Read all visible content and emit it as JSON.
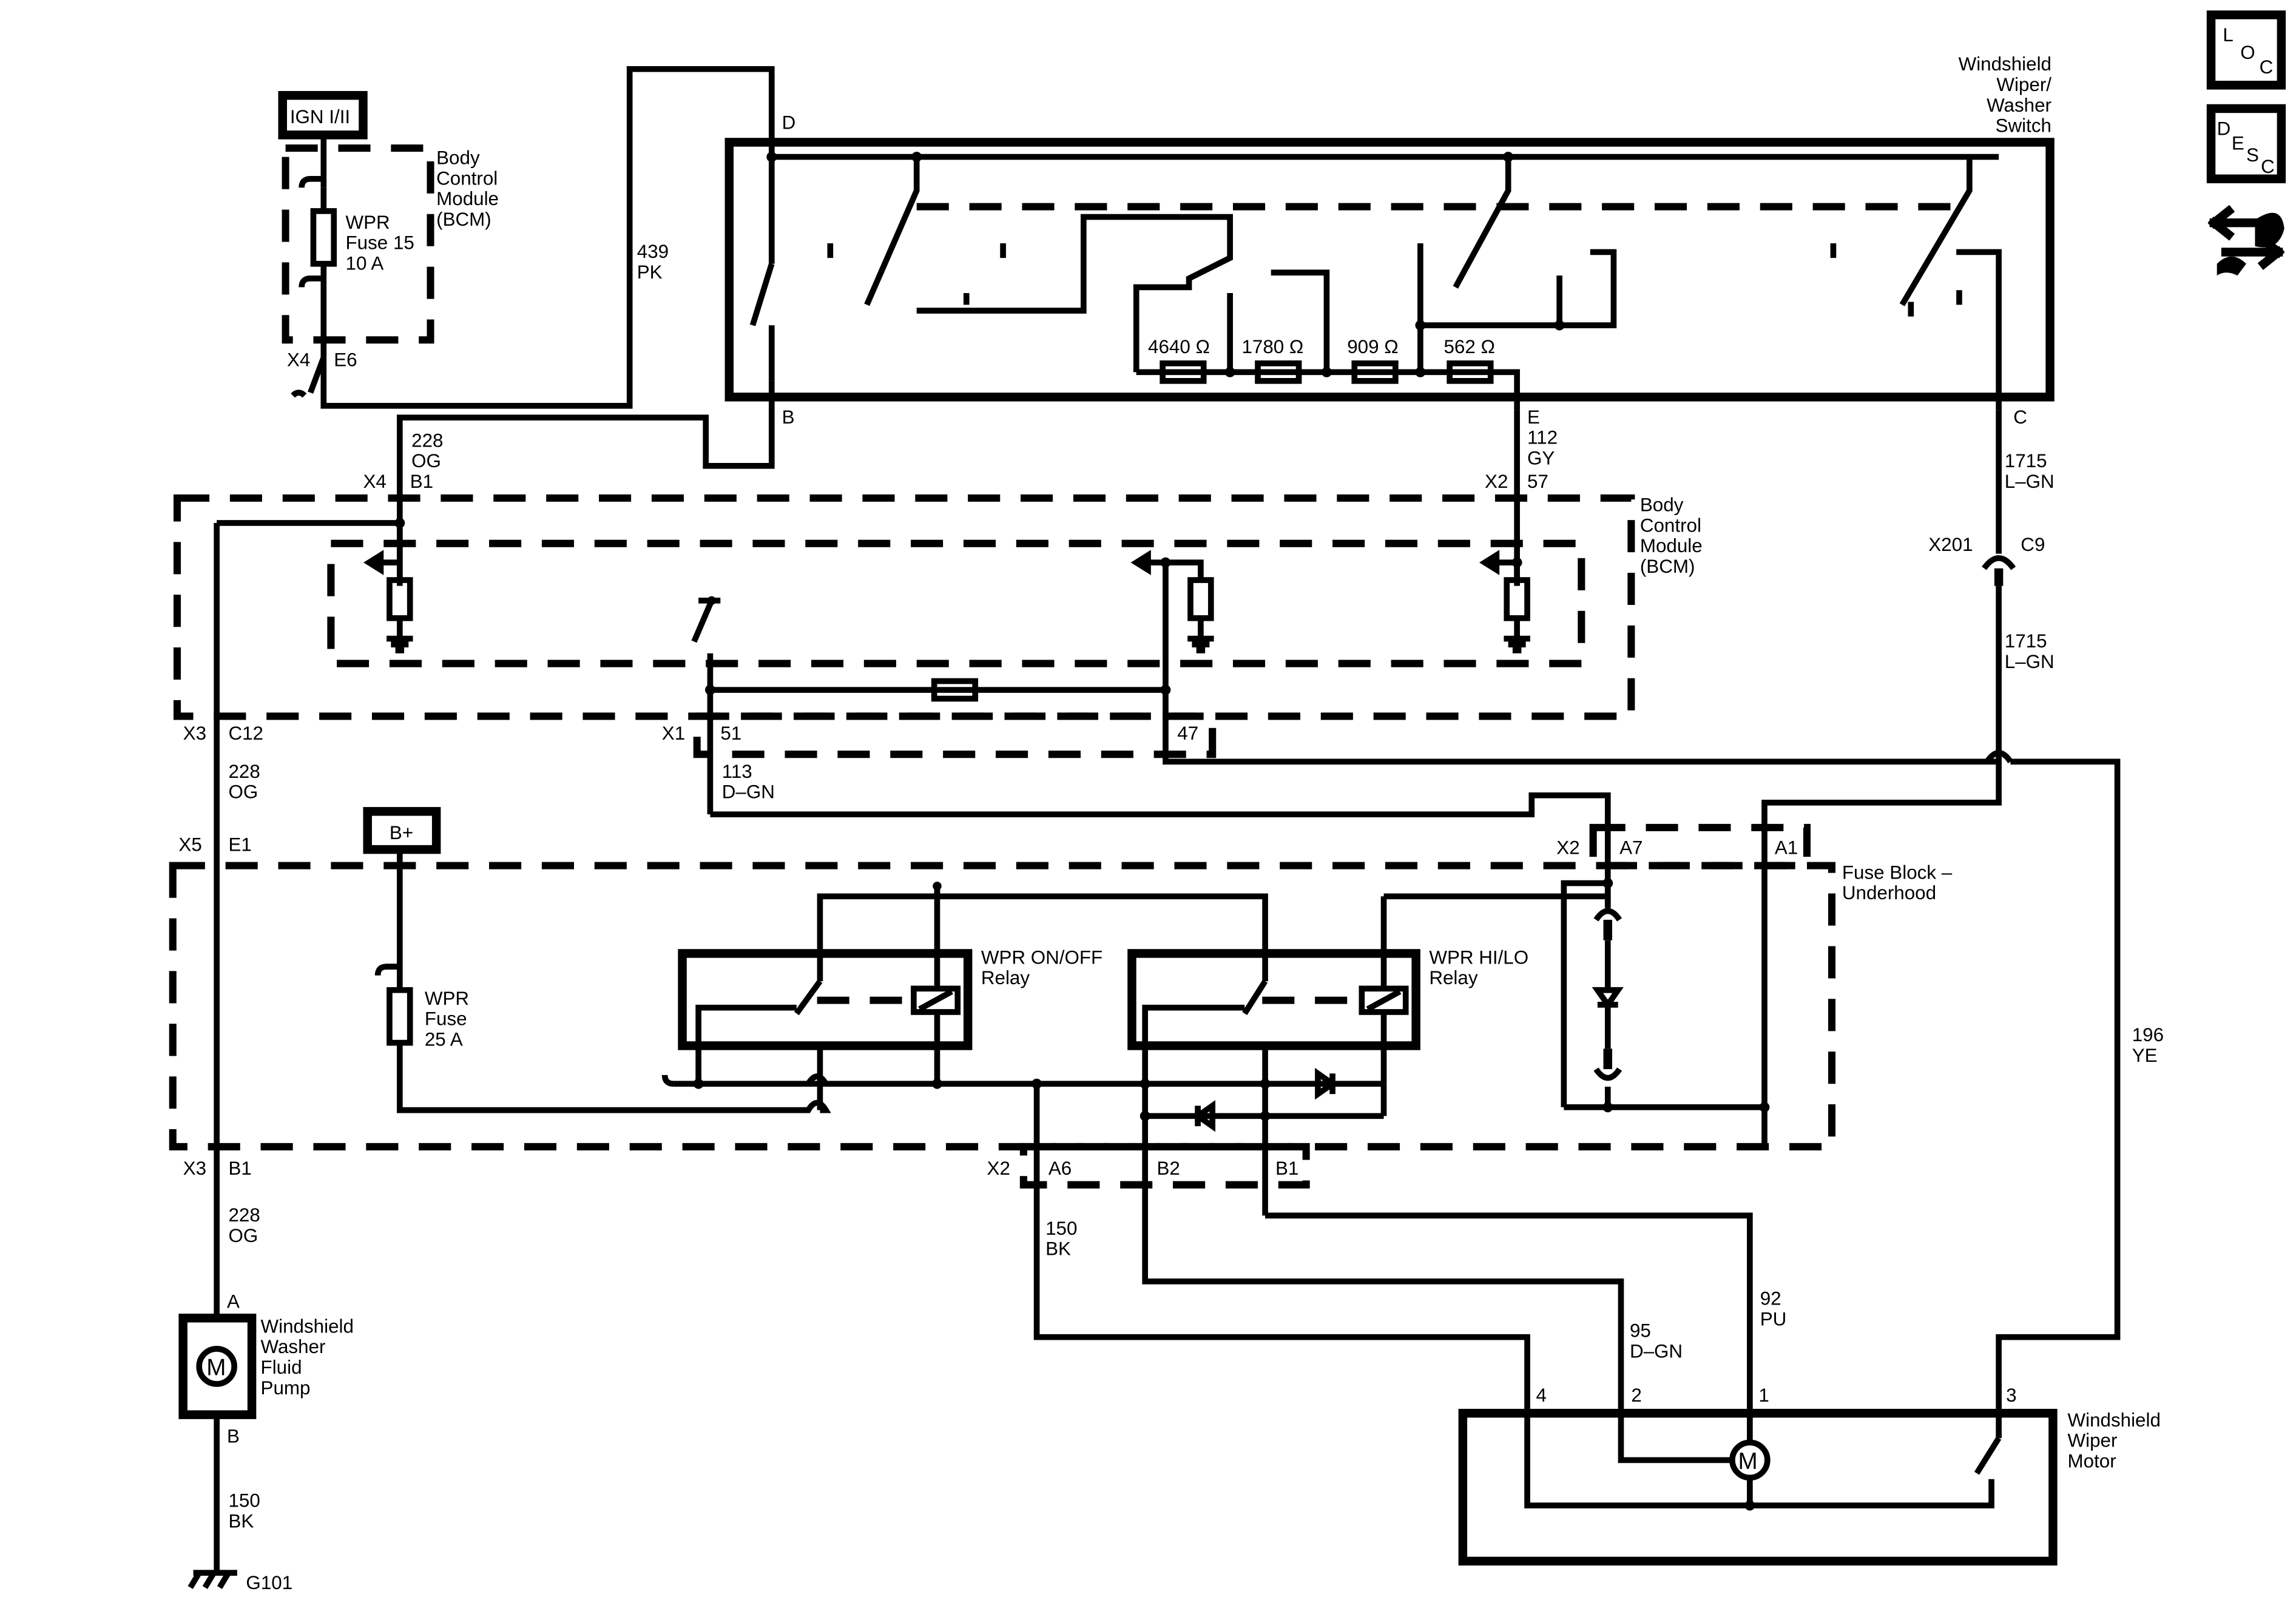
{
  "labels": {
    "loc": [
      "L",
      "O",
      "C"
    ],
    "desc": [
      "D",
      "E",
      "S",
      "C"
    ],
    "switch_title": [
      "Windshield",
      "Wiper/",
      "Washer",
      "Switch"
    ],
    "ign": "IGN I/II",
    "bplus": "B+",
    "bcm_top": [
      "Body",
      "Control",
      "Module",
      "(BCM)"
    ],
    "bcm_mid": [
      "Body",
      "Control",
      "Module",
      "(BCM)"
    ],
    "fuse15": [
      "WPR",
      "Fuse 15",
      "10 A"
    ],
    "fuse25": [
      "WPR",
      "Fuse",
      "25 A"
    ],
    "fuse_block": [
      "Fuse Block –",
      "Underhood"
    ],
    "relay_onoff": [
      "WPR ON/OFF",
      "Relay"
    ],
    "relay_hilo": [
      "WPR HI/LO",
      "Relay"
    ],
    "pump": [
      "Windshield",
      "Washer",
      "Fluid",
      "Pump"
    ],
    "motor": [
      "Windshield",
      "Wiper",
      "Motor"
    ],
    "ground": "G101",
    "motor_symbol": "M"
  },
  "resistors": [
    "4640 Ω",
    "1780 Ω",
    "909 Ω",
    "562 Ω"
  ],
  "pins": {
    "d": "D",
    "b": "B",
    "e": "E",
    "c": "C",
    "x4": "X4",
    "e6": "E6",
    "x4b": "X4",
    "b1": "B1",
    "x2": "X2",
    "p57": "57",
    "x201": "X201",
    "c9": "C9",
    "x3a": "X3",
    "c12": "C12",
    "x1": "X1",
    "p51": "51",
    "p47": "47",
    "x5": "X5",
    "e1": "E1",
    "x2b": "X2",
    "a7": "A7",
    "a1": "A1",
    "x3b": "X3",
    "b1b": "B1",
    "x2c": "X2",
    "a6": "A6",
    "b2": "B2",
    "b1c": "B1",
    "pa": "A",
    "pb": "B",
    "m4": "4",
    "m2": "2",
    "m1": "1",
    "m3": "3"
  },
  "wires": {
    "w439": [
      "439",
      "PK"
    ],
    "w228a": [
      "228",
      "OG"
    ],
    "w112": [
      "112",
      "GY"
    ],
    "w1715a": [
      "1715",
      "L–GN"
    ],
    "w1715b": [
      "1715",
      "L–GN"
    ],
    "w228b": [
      "228",
      "OG"
    ],
    "w113": [
      "113",
      "D–GN"
    ],
    "w196": [
      "196",
      "YE"
    ],
    "w228c": [
      "228",
      "OG"
    ],
    "w150a": [
      "150",
      "BK"
    ],
    "w95": [
      "95",
      "D–GN"
    ],
    "w92": [
      "92",
      "PU"
    ],
    "w150b": [
      "150",
      "BK"
    ]
  }
}
